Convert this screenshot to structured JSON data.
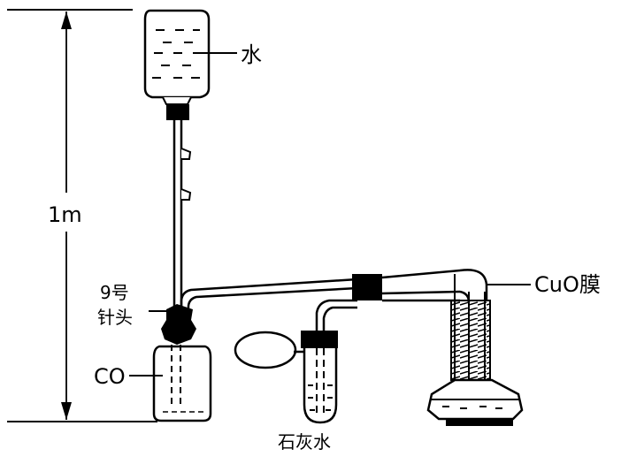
{
  "labels": {
    "water": "水",
    "height": "1m",
    "needle_line1": "9号",
    "needle_line2": "针头",
    "co": "CO",
    "limewater": "石灰水",
    "cuo_film": "CuO膜"
  },
  "colors": {
    "ink": "#000000",
    "paper": "#ffffff"
  }
}
